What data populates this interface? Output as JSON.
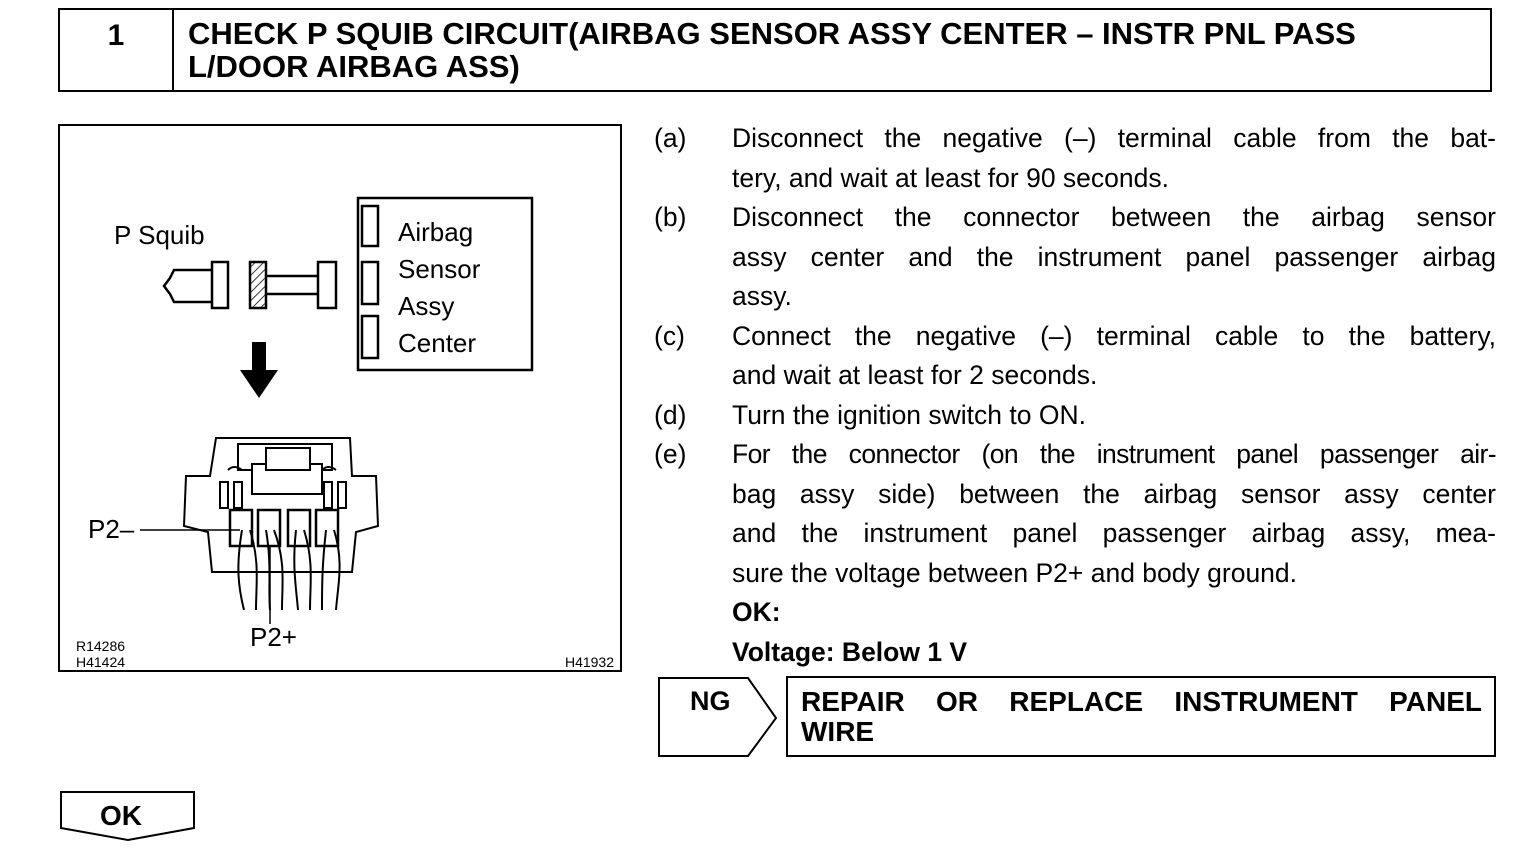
{
  "header": {
    "step_number": "1",
    "title_line1": "CHECK P SQUIB CIRCUIT(AIRBAG SENSOR ASSY CENTER – INSTR PNL PASS",
    "title_line2": "L/DOOR AIRBAG ASS)"
  },
  "figure": {
    "p_squib": "P Squib",
    "sensor_lines": [
      "Airbag",
      "Sensor",
      "Assy",
      "Center"
    ],
    "p2_minus": "P2–",
    "p2_plus": "P2+",
    "code_left_1": "R14286",
    "code_left_2": "H41424",
    "code_right": "H41932"
  },
  "steps": [
    {
      "key": "(a)",
      "lines": [
        "Disconnect the negative (–) terminal cable from the bat-",
        "tery, and wait at least for 90 seconds."
      ]
    },
    {
      "key": "(b)",
      "lines": [
        "Disconnect the connector between the airbag sensor",
        "assy center and the instrument panel passenger airbag",
        "assy."
      ]
    },
    {
      "key": "(c)",
      "lines": [
        "Connect the negative (–) terminal cable to the battery,",
        "and wait at least for 2 seconds."
      ]
    },
    {
      "key": "(d)",
      "lines": [
        "Turn the ignition switch to ON."
      ]
    },
    {
      "key": "(e)",
      "lines": [
        "For the connector (on the instrument panel passenger air-",
        "bag assy side) between the airbag sensor assy center",
        "and the instrument panel passenger airbag assy, mea-",
        "sure the voltage between P2+ and body ground."
      ]
    }
  ],
  "spec": {
    "ok_label": "OK:",
    "voltage": "Voltage: Below 1 V"
  },
  "ng_result": {
    "label": "NG",
    "action_line1": "REPAIR OR REPLACE INSTRUMENT PANEL",
    "action_line2": "WIRE"
  },
  "ok_result": {
    "label": "OK"
  }
}
